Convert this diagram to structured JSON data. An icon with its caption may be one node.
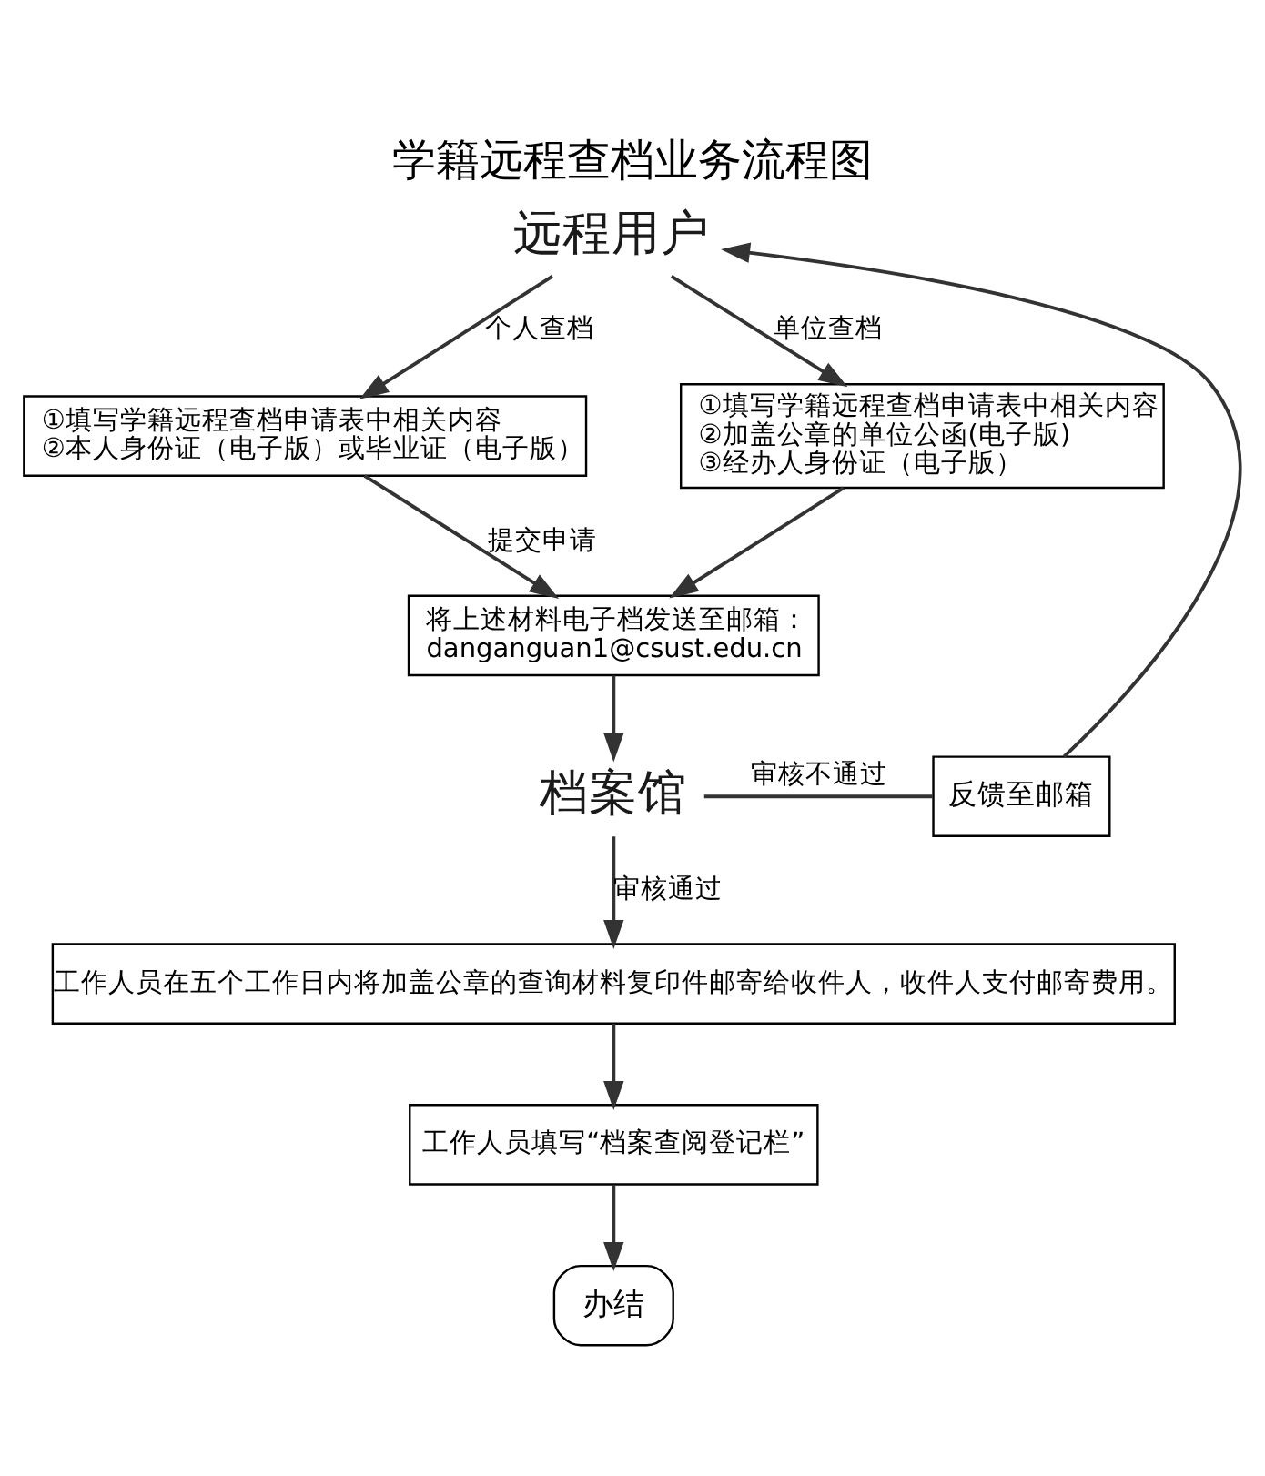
{
  "diagram": {
    "title": "学籍远程查档业务流程图",
    "nodes": [
      {
        "text": [
          "远程用户"
        ]
      },
      {
        "text": [
          "①填写学籍远程查档申请表中相关内容",
          "②本人身份证（电子版）或毕业证（电子版）"
        ]
      },
      {
        "text": [
          "①填写学籍远程查档申请表中相关内容",
          "②加盖公章的单位公函(电子版)",
          "③经办人身份证（电子版）"
        ]
      },
      {
        "text": [
          "将上述材料电子档发送至邮箱：",
          "danganguan1@csust.edu.cn"
        ]
      },
      {
        "text": [
          "档案馆"
        ]
      },
      {
        "text": [
          "工作人员在五个工作日内将加盖公章的查询材料复印件邮寄给收件人，收件人支付邮寄费用。"
        ]
      },
      {
        "text": [
          "工作人员填写“档案查阅登记栏”"
        ]
      },
      {
        "text": [
          "办结"
        ]
      },
      {
        "text": [
          "反馈至邮箱"
        ]
      }
    ],
    "edges": [
      {
        "from": 0,
        "to": 1,
        "arrow": "to",
        "label": "个人查档"
      },
      {
        "from": 0,
        "to": 2,
        "arrow": "to",
        "label": "单位查档"
      },
      {
        "from": 1,
        "to": 3,
        "arrow": "to",
        "label": "提交申请"
      },
      {
        "from": 2,
        "to": 3,
        "arrow": "to"
      },
      {
        "from": 3,
        "to": 4,
        "arrow": "to"
      },
      {
        "from": 4,
        "to": 8,
        "arrow": "none",
        "label": "审核不通过"
      },
      {
        "from": 8,
        "to": 0,
        "arrow": "to"
      },
      {
        "from": 4,
        "to": 5,
        "arrow": "to",
        "label": "审核通过"
      },
      {
        "from": 5,
        "to": 6,
        "arrow": "to"
      },
      {
        "from": 6,
        "to": 7,
        "arrow": "to"
      }
    ]
  }
}
